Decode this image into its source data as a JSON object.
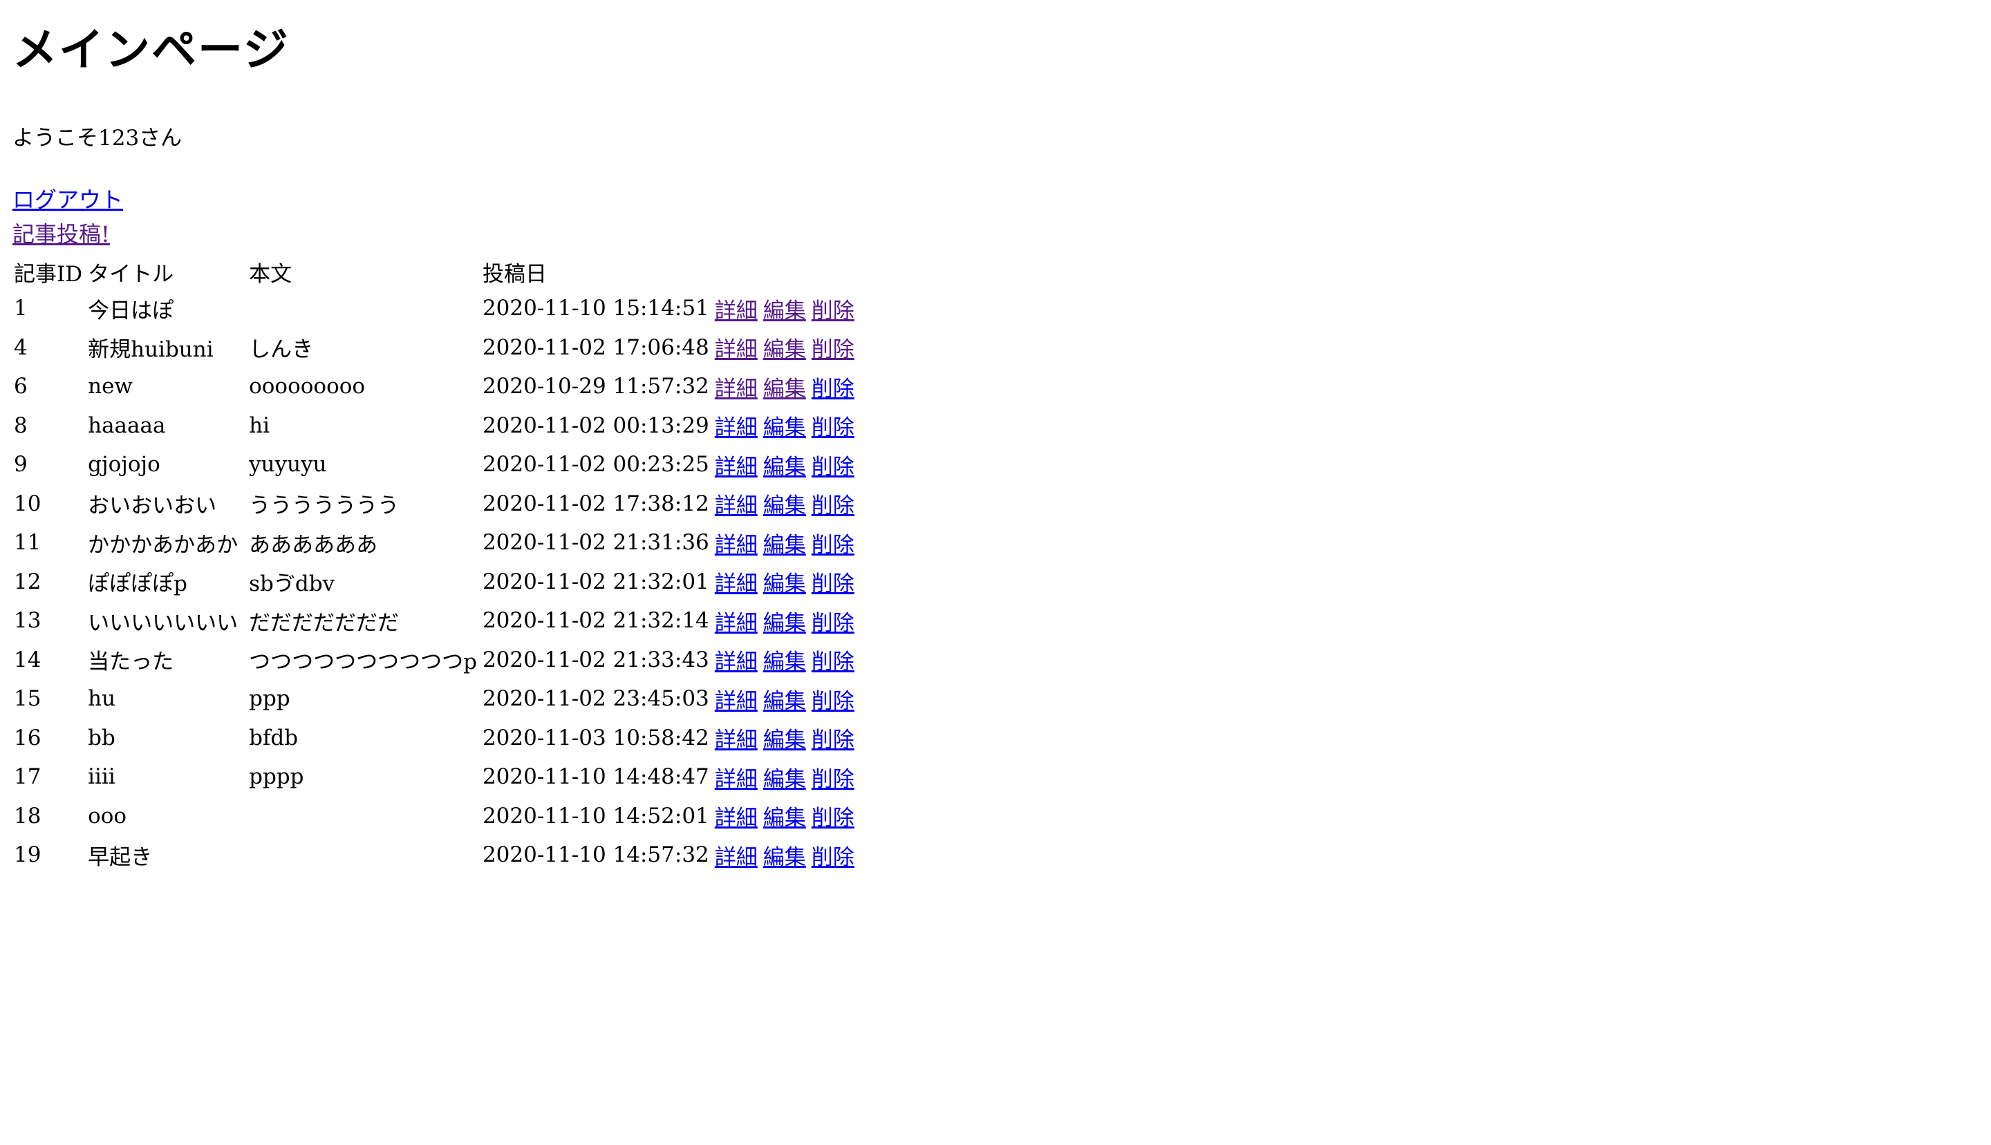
{
  "page": {
    "heading": "メインページ",
    "welcome": "ようこそ123さん",
    "logout_link": "ログアウト",
    "post_link": "記事投稿!"
  },
  "table": {
    "headers": [
      "記事ID",
      "タイトル",
      "本文",
      "投稿日"
    ],
    "action_labels": {
      "detail": "詳細",
      "edit": "編集",
      "delete": "削除"
    },
    "rows": [
      {
        "id": "1",
        "title": "今日はぽ",
        "body": "",
        "date": "2020-11-10 15:14:51",
        "visited": [
          true,
          true,
          true
        ]
      },
      {
        "id": "4",
        "title": "新規huibuni",
        "body": "しんき",
        "date": "2020-11-02 17:06:48",
        "visited": [
          true,
          true,
          true
        ]
      },
      {
        "id": "6",
        "title": "new",
        "body": "ooooooooo",
        "date": "2020-10-29 11:57:32",
        "visited": [
          true,
          true,
          false
        ]
      },
      {
        "id": "8",
        "title": "haaaaa",
        "body": "hi",
        "date": "2020-11-02 00:13:29",
        "visited": [
          false,
          false,
          false
        ]
      },
      {
        "id": "9",
        "title": "gjojojo",
        "body": "yuyuyu",
        "date": "2020-11-02 00:23:25",
        "visited": [
          false,
          false,
          false
        ]
      },
      {
        "id": "10",
        "title": "おいおいおい",
        "body": "ううううううう",
        "date": "2020-11-02 17:38:12",
        "visited": [
          false,
          false,
          false
        ]
      },
      {
        "id": "11",
        "title": "かかかあかあか",
        "body": "ああああああ",
        "date": "2020-11-02 21:31:36",
        "visited": [
          false,
          false,
          false
        ]
      },
      {
        "id": "12",
        "title": "ぽぽぽぽp",
        "body": "sbゔdbv",
        "date": "2020-11-02 21:32:01",
        "visited": [
          false,
          false,
          false
        ]
      },
      {
        "id": "13",
        "title": "いいいいいいい",
        "body": "だだだだだだだ",
        "date": "2020-11-02 21:32:14",
        "visited": [
          false,
          false,
          false
        ]
      },
      {
        "id": "14",
        "title": "当たった",
        "body": "つつつつつつつつつつp",
        "date": "2020-11-02 21:33:43",
        "visited": [
          false,
          false,
          false
        ]
      },
      {
        "id": "15",
        "title": "hu",
        "body": "ppp",
        "date": "2020-11-02 23:45:03",
        "visited": [
          false,
          false,
          false
        ]
      },
      {
        "id": "16",
        "title": "bb",
        "body": "bfdb",
        "date": "2020-11-03 10:58:42",
        "visited": [
          false,
          false,
          false
        ]
      },
      {
        "id": "17",
        "title": "iiii",
        "body": "pppp",
        "date": "2020-11-10 14:48:47",
        "visited": [
          false,
          false,
          false
        ]
      },
      {
        "id": "18",
        "title": "ooo",
        "body": "",
        "date": "2020-11-10 14:52:01",
        "visited": [
          false,
          false,
          false
        ]
      },
      {
        "id": "19",
        "title": "早起き",
        "body": "",
        "date": "2020-11-10 14:57:32",
        "visited": [
          false,
          false,
          false
        ]
      }
    ]
  },
  "colors": {
    "link": "#0000ee",
    "visited_link": "#551a8b",
    "text": "#000000",
    "background": "#ffffff"
  }
}
